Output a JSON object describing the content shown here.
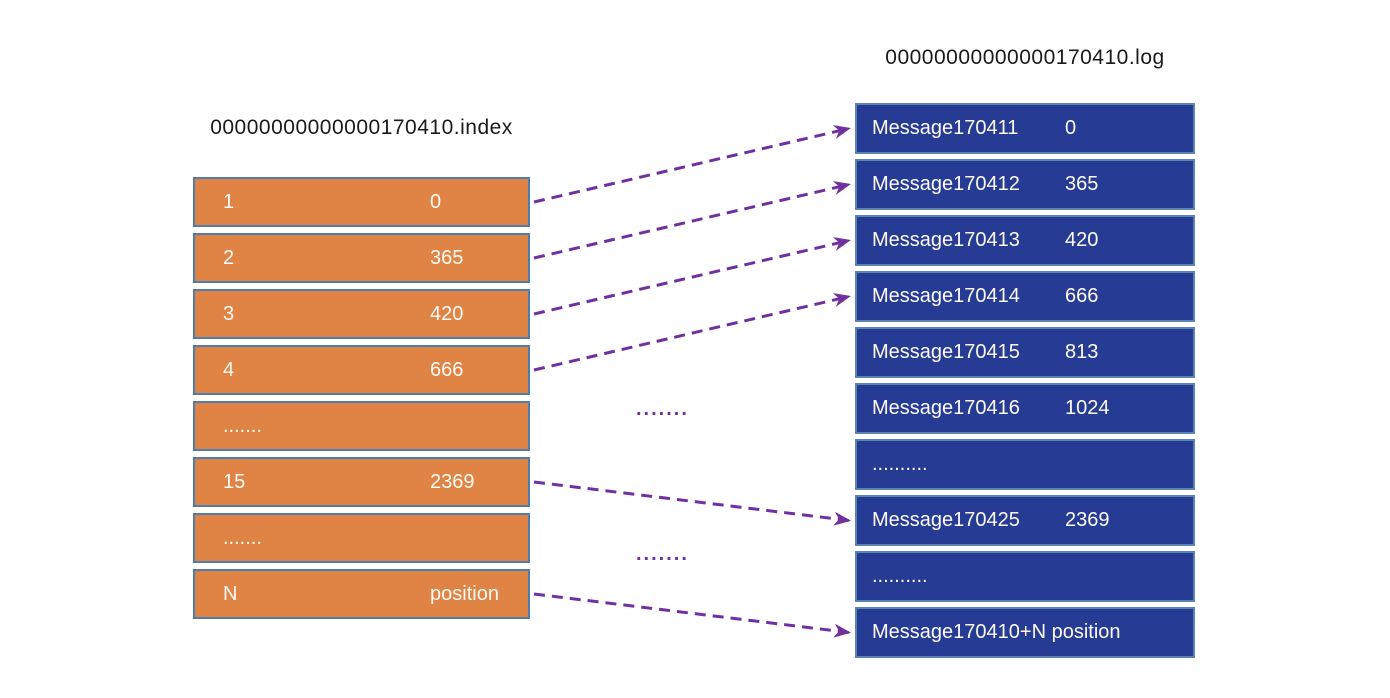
{
  "index_file": {
    "title": "00000000000000170410.index",
    "rows": [
      {
        "key": "1",
        "value": "0"
      },
      {
        "key": "2",
        "value": "365"
      },
      {
        "key": "3",
        "value": "420"
      },
      {
        "key": "4",
        "value": "666"
      },
      {
        "key": ".......",
        "value": ""
      },
      {
        "key": "15",
        "value": "2369"
      },
      {
        "key": ".......",
        "value": ""
      },
      {
        "key": "N",
        "value": "position"
      }
    ]
  },
  "log_file": {
    "title": "00000000000000170410.log",
    "rows": [
      {
        "message": "Message170411",
        "offset": "0"
      },
      {
        "message": "Message170412",
        "offset": "365"
      },
      {
        "message": "Message170413",
        "offset": "420"
      },
      {
        "message": "Message170414",
        "offset": "666"
      },
      {
        "message": "Message170415",
        "offset": "813"
      },
      {
        "message": "Message170416",
        "offset": "1024"
      },
      {
        "message": "..........",
        "offset": ""
      },
      {
        "message": "Message170425",
        "offset": "2369"
      },
      {
        "message": "..........",
        "offset": ""
      },
      {
        "message": "Message170410+N position",
        "offset": ""
      }
    ]
  },
  "middle_ellipsis": [
    ".......",
    "......."
  ],
  "arrows": [
    {
      "from_index_row": 0,
      "to_log_row": 0
    },
    {
      "from_index_row": 1,
      "to_log_row": 1
    },
    {
      "from_index_row": 2,
      "to_log_row": 2
    },
    {
      "from_index_row": 3,
      "to_log_row": 3
    },
    {
      "from_index_row": 5,
      "to_log_row": 7
    },
    {
      "from_index_row": 7,
      "to_log_row": 9
    }
  ],
  "colors": {
    "index_box_fill": "#E08445",
    "index_box_border": "#4E7CAC",
    "log_box_fill": "#263B93",
    "log_box_border": "#5B84B1",
    "arrow": "#7030A0",
    "title_text": "#1a1a1a"
  }
}
